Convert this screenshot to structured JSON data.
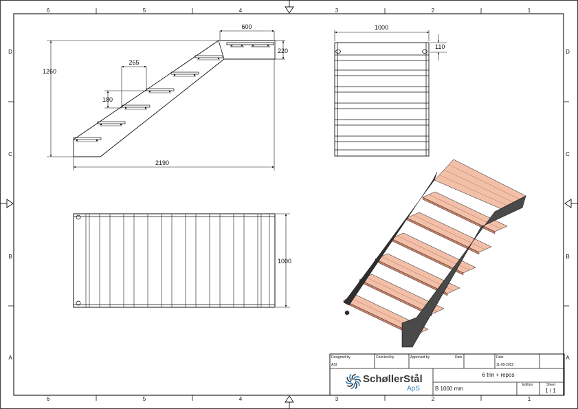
{
  "border": {
    "columns_top": [
      "6",
      "5",
      "4",
      "3",
      "2",
      "1"
    ],
    "columns_bottom": [
      "6",
      "5",
      "4",
      "3",
      "2",
      "1"
    ],
    "rows_left": [
      "D",
      "C",
      "B",
      "A"
    ],
    "rows_right": [
      "D",
      "C",
      "B",
      "A"
    ]
  },
  "dimensions": {
    "side_landing_width": "600",
    "side_landing_height": "220",
    "side_total_height": "1260",
    "side_tread_depth": "265",
    "side_rise": "180",
    "side_total_length": "2190",
    "front_width": "1000",
    "front_top_offset": "110",
    "plan_width": "1000"
  },
  "title_block": {
    "designed_by_label": "Designed by",
    "designed_by_value": "ASI",
    "checked_by_label": "Checked by",
    "approved_by_label": "Approved by",
    "date_label_1": "Date",
    "date_label_2": "Date",
    "date_value": "11-09-2022",
    "title": "6 trin + repos",
    "subtitle": "B 1000 mm",
    "edition_label": "Edition",
    "sheet_label": "Sheet",
    "sheet_value": "1 / 1",
    "company_name": "SchøllerStål",
    "company_suffix": "ApS"
  },
  "colors": {
    "line": "#111111",
    "wood_light": "#f2c0a8",
    "wood_dark": "#c98068",
    "steel": "#4a4a4a",
    "steel_dark": "#2e2e2e",
    "logo_blue": "#2f7fb6",
    "logo_dark": "#3a3a3a"
  },
  "icons": [
    "orientation-triangle-icon",
    "logo-swirl-icon"
  ]
}
